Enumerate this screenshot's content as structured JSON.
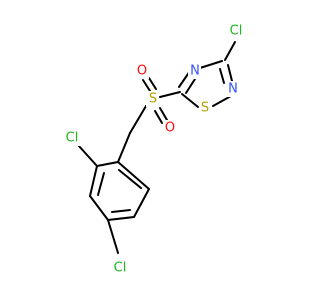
{
  "molecule": {
    "atoms": [
      {
        "id": "cl_top",
        "label": "Cl",
        "color": "#1fb51f"
      },
      {
        "id": "n_upper",
        "label": "N",
        "color": "#3050f8"
      },
      {
        "id": "n_right",
        "label": "N",
        "color": "#3050f8"
      },
      {
        "id": "s_ring",
        "label": "S",
        "color": "#b5a000"
      },
      {
        "id": "s_sulfonyl",
        "label": "S",
        "color": "#b5a000"
      },
      {
        "id": "o_top",
        "label": "O",
        "color": "#ff0d0d"
      },
      {
        "id": "o_bottom",
        "label": "O",
        "color": "#ff0d0d"
      },
      {
        "id": "cl_ortho",
        "label": "Cl",
        "color": "#1fb51f"
      },
      {
        "id": "cl_para",
        "label": "Cl",
        "color": "#1fb51f"
      }
    ]
  }
}
